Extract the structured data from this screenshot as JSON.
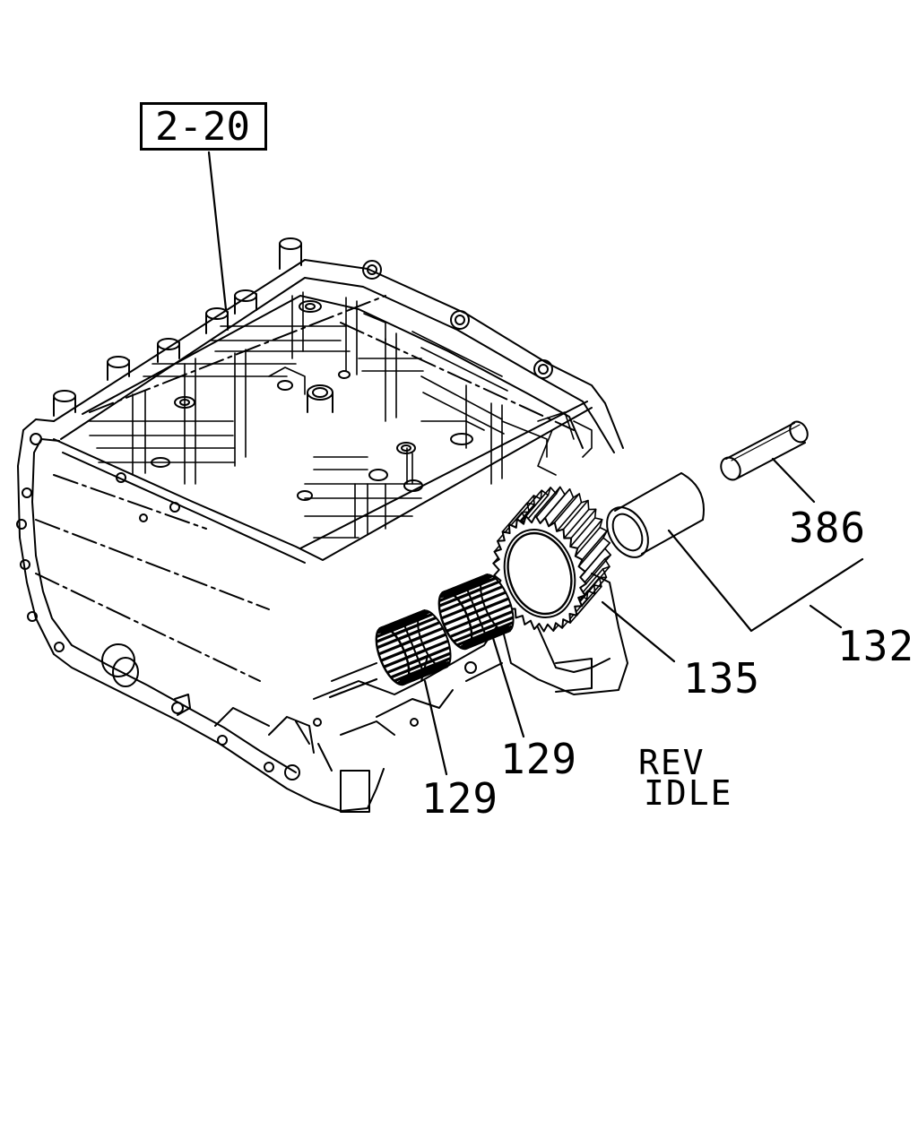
{
  "reference_box": {
    "text": "2-20"
  },
  "callouts": {
    "c386": "386",
    "c132": "132",
    "c135": "135",
    "c129a": "129",
    "c129b": "129"
  },
  "note": {
    "line1": "REV",
    "line2": "IDLE"
  },
  "colors": {
    "ink": "#000000",
    "background": "#ffffff"
  }
}
